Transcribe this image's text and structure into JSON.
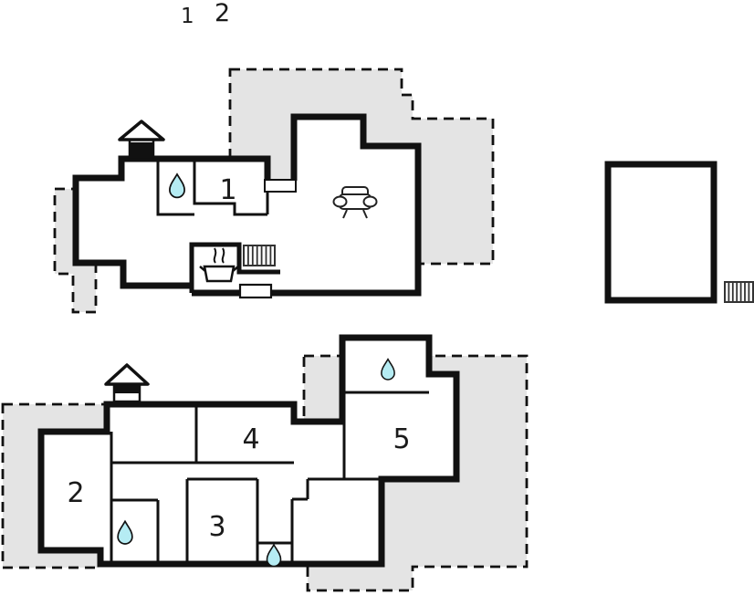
{
  "floor_selector": {
    "floor1": "1",
    "floor2": "2"
  },
  "rooms": {
    "room1": "1",
    "room2": "2",
    "room3": "3",
    "room4": "4",
    "room5": "5"
  },
  "icons": {
    "water_drop": "water-drop (bathroom/sink)",
    "entrance": "entrance-house",
    "sofa": "sofa",
    "stove": "stove-pot-with-steam",
    "stairs": "stairs-hatch",
    "window_opening": "window-opening",
    "door_opening": "door-opening"
  },
  "areas": {
    "terrace_note": "dashed gray areas = terraces",
    "outbuilding_note": "plain rectangle at right = outbuilding/garage"
  },
  "colors": {
    "wall": "#111111",
    "terrace_fill": "#e4e4e4",
    "water_drop_fill": "#b5ecf3",
    "background": "#ffffff"
  }
}
